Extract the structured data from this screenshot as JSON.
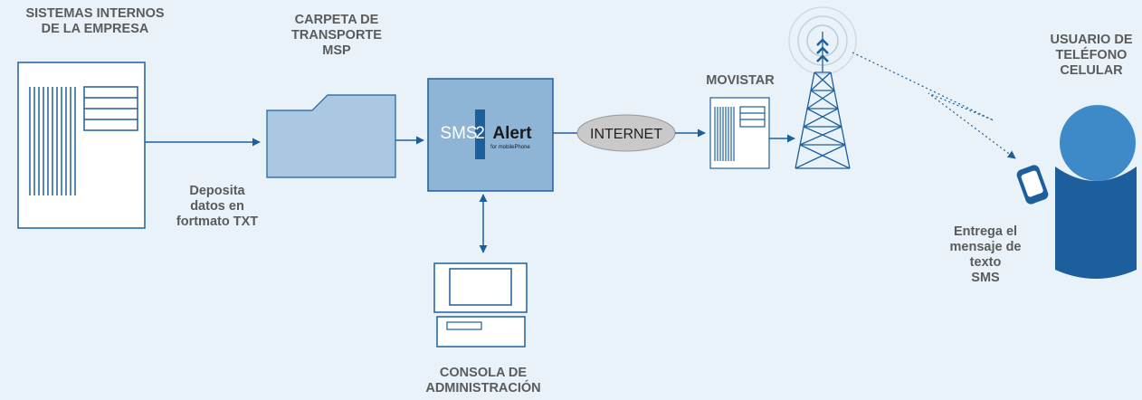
{
  "labels": {
    "internal_systems": [
      "SISTEMAS INTERNOS",
      "DE LA EMPRESA"
    ],
    "transport_folder": [
      "CARPETA DE",
      "TRANSPORTE",
      "MSP"
    ],
    "deposit": [
      "Deposita",
      "datos en",
      "fortmato TXT"
    ],
    "console": [
      "CONSOLA DE",
      "ADMINISTRACIÓN"
    ],
    "movistar": "MOVISTAR",
    "user": [
      "USUARIO DE",
      "TELÉFONO",
      "CELULAR"
    ],
    "delivers": [
      "Entrega el",
      "mensaje de",
      "texto",
      "SMS"
    ]
  },
  "sms2alert": {
    "sms": "SMS",
    "two": "2",
    "alert": "Alert",
    "tagline": "for mobilePhone"
  },
  "internet": "INTERNET",
  "colors": {
    "background": "#e8f2f8",
    "line": "#1d5f9c",
    "box_fill": "#8fb5d6",
    "box_dark": "#1d5f9c",
    "folder_fill": "#aac8e2",
    "ellipse_fill": "#c9c9c9",
    "label_text": "#5b5b5b"
  }
}
